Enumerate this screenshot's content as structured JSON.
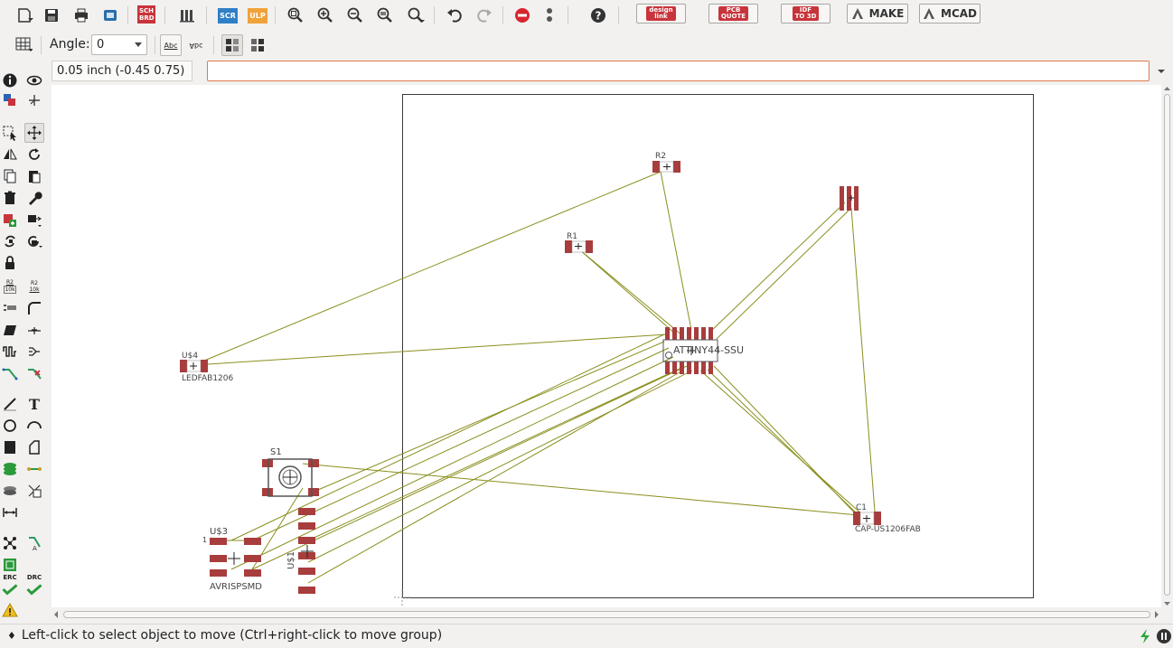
{
  "toolbar": {
    "buttons": [
      "open",
      "save",
      "print",
      "cam",
      "sch-brd",
      "libraries",
      "scr",
      "ulp",
      "zoom-fit",
      "zoom-in",
      "zoom-out",
      "zoom-select",
      "zoom-area",
      "undo",
      "redo",
      "stop",
      "go",
      "help"
    ],
    "sch_label_top": "SCH",
    "sch_label_bottom": "BRD",
    "scr_label": "SCR",
    "ulp_label": "ULP",
    "design_link": "design\nlink",
    "pcb_quote": "PCB\nQUOTE",
    "idf_to_3d": "IDF\nTO 3D",
    "make_label": "MAKE",
    "mcad_label": "MCAD"
  },
  "toolbar2": {
    "angle_label": "Angle:",
    "angle_value": "0",
    "abc_label": "Abc",
    "mirror_label": "Abc"
  },
  "coordinate_display": "0.05 inch (-0.45 0.75)",
  "command_line": {
    "value": "",
    "placeholder": ""
  },
  "left_tools": {
    "r2_label_top": "R2",
    "r2_label_bottom": "10k",
    "erc_label": "ERC",
    "drc_label": "DRC",
    "t_label": "T"
  },
  "board": {
    "components": {
      "r2": "R2",
      "r1": "R1",
      "attiny": "ATTINY44-SSU",
      "us4_name": "U$4",
      "us4_value": "LEDFAB1206",
      "s1": "S1",
      "us3_name": "U$3",
      "us3_pin": "1",
      "us3_value": "AVRISPSMD",
      "us1": "U$1",
      "c1_name": "C1",
      "c1_value": "CAP-US1206FAB"
    }
  },
  "status": {
    "message": "Left-click to select object to move (Ctrl+right-click to move group)"
  },
  "colors": {
    "pad": "#a83d3d",
    "airwire": "#8a8f1e",
    "board_outline": "#3a3a3a",
    "make_mcad_logo": "#555555",
    "brand_red": "#c8343b"
  }
}
